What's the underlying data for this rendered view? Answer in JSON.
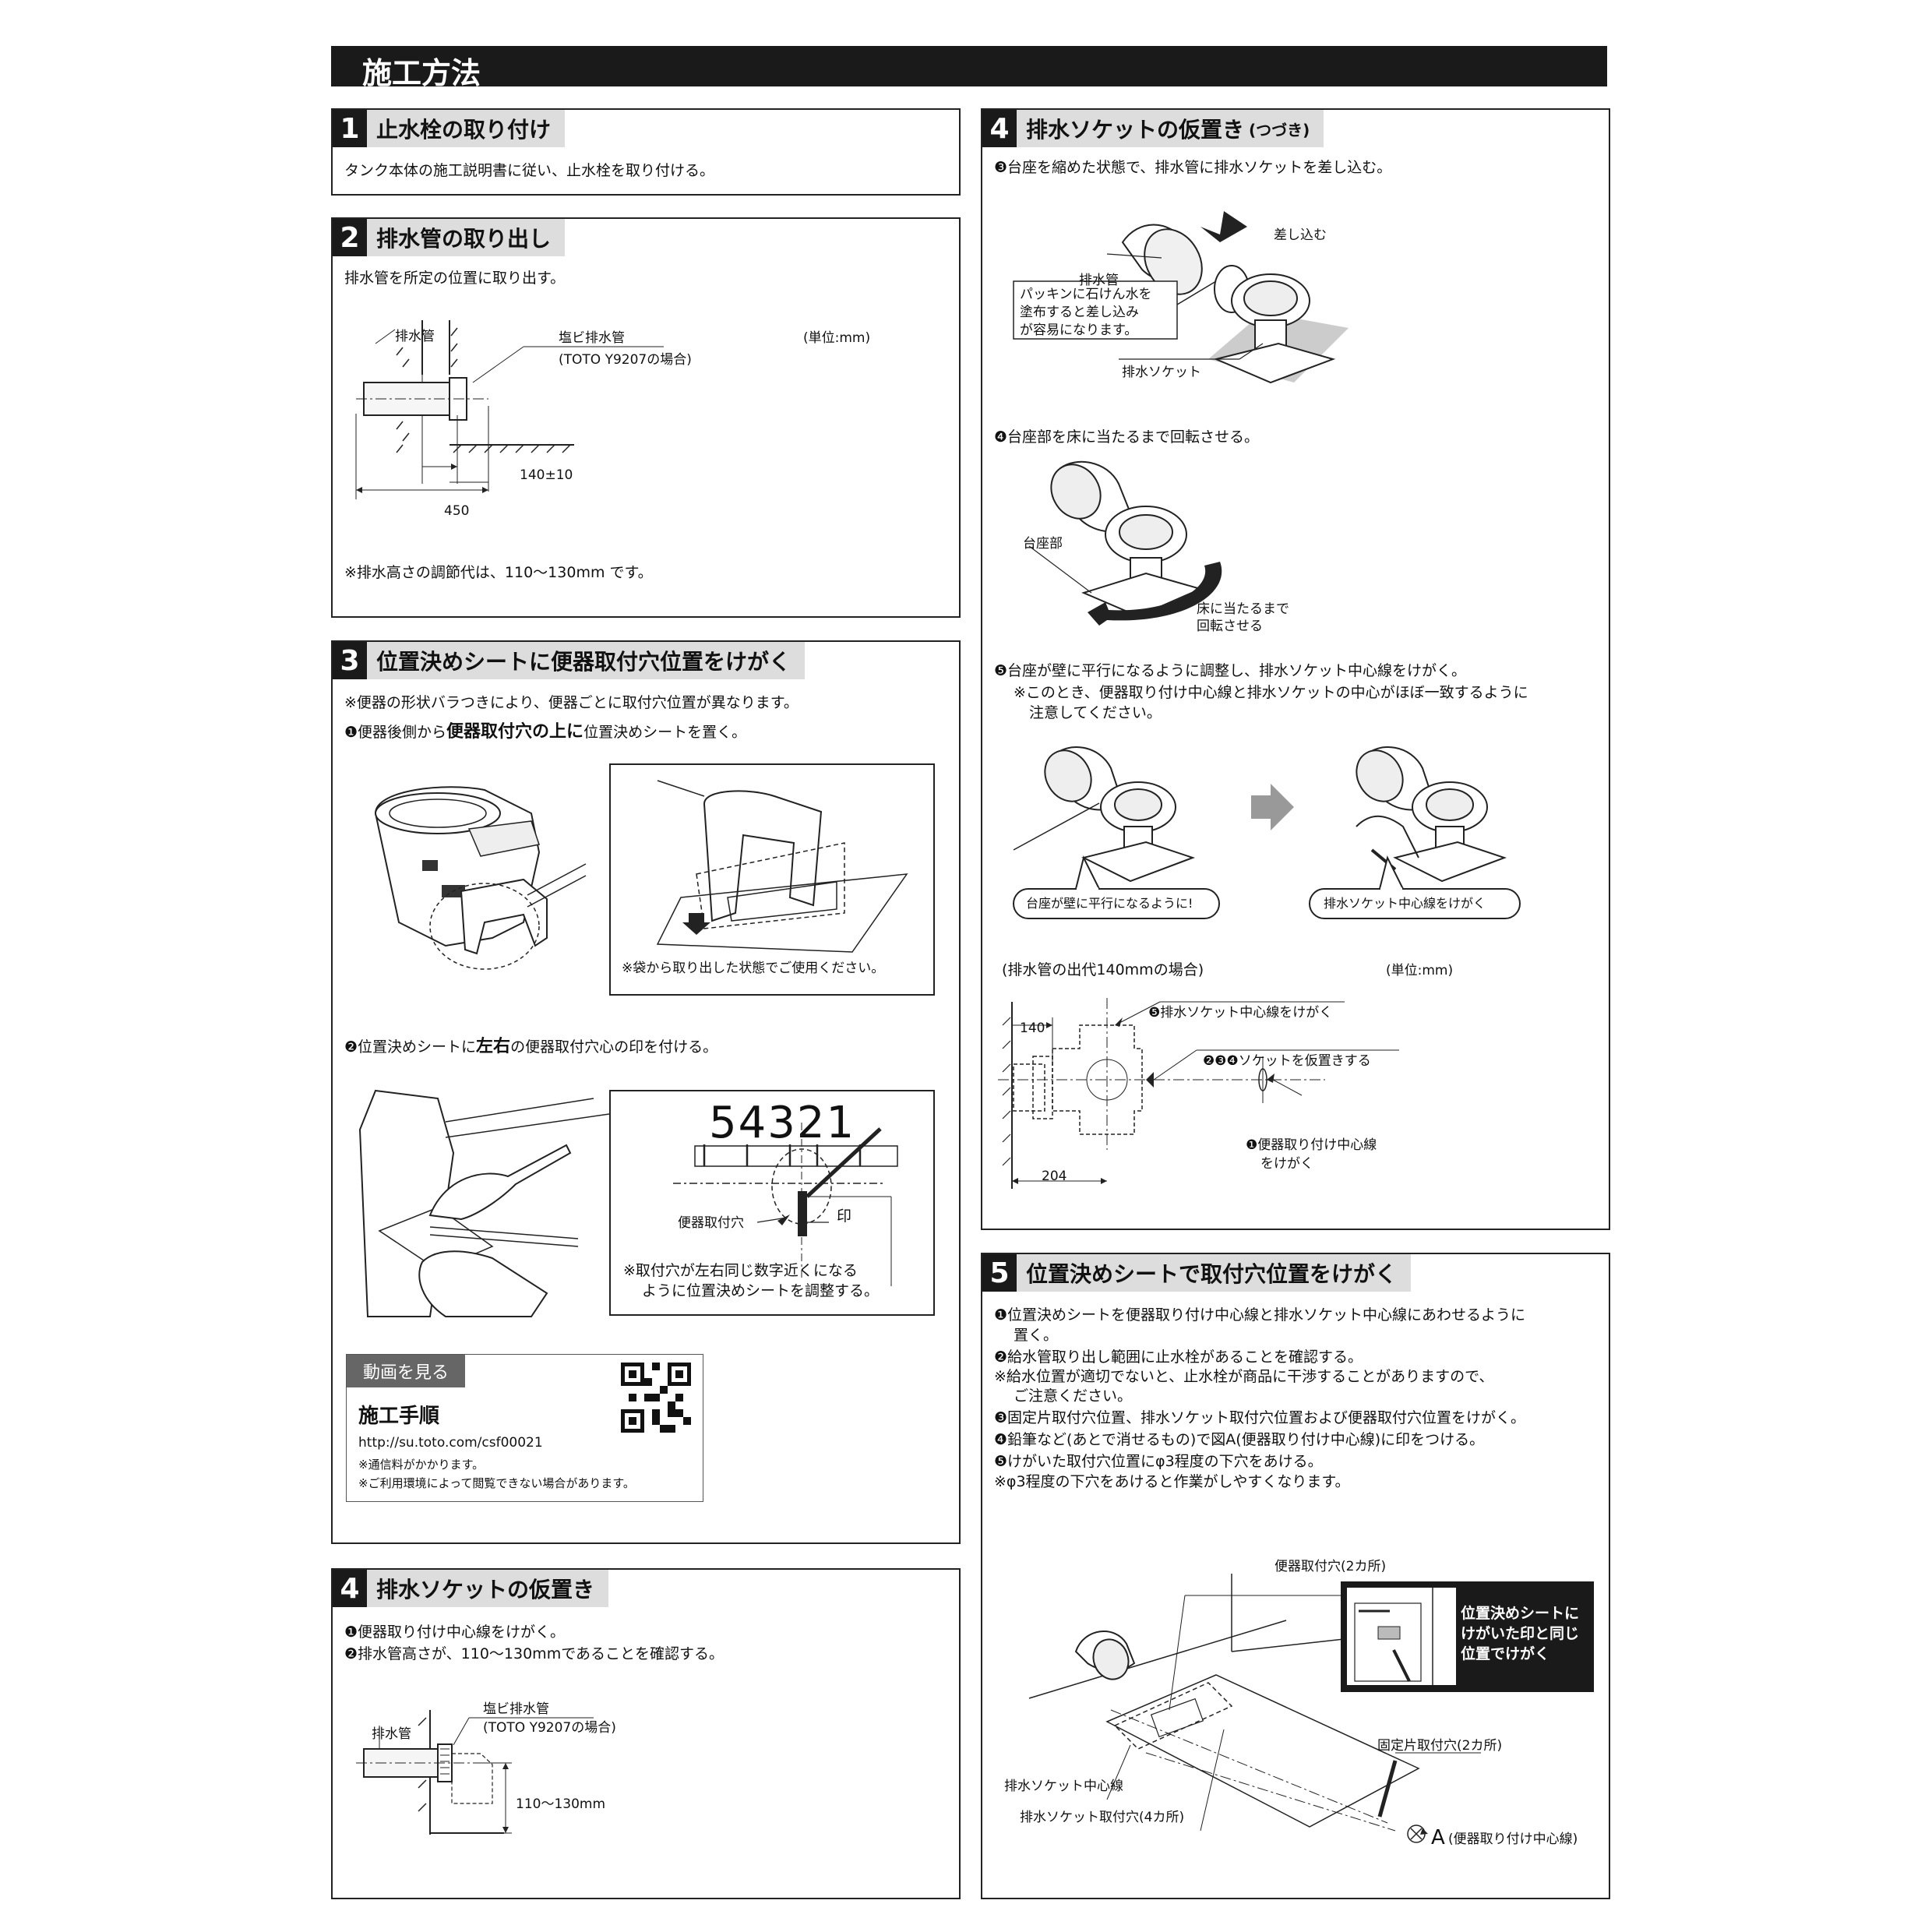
{
  "page_title": "施工方法",
  "sec1": {
    "num": "1",
    "title": "止水栓の取り付け",
    "text": "タンク本体の施工説明書に従い、止水栓を取り付ける。"
  },
  "sec2": {
    "num": "2",
    "title": "排水管の取り出し",
    "text": "排水管を所定の位置に取り出す。",
    "fig": {
      "pipe_label": "排水管",
      "pvc_label": "塩ビ排水管",
      "pvc_sub": "(TOTO Y9207の場合)",
      "unit": "(単位:mm)",
      "dim1": "140±10",
      "dim2": "450"
    },
    "note": "※排水高さの調節代は、110〜130mm です。"
  },
  "sec3": {
    "num": "3",
    "title": "位置決めシートに便器取付穴位置をけがく",
    "note": "※便器の形状バラつきにより、便器ごとに取付穴位置が異なります。",
    "step1_pre": "❶便器後側から",
    "step1_bold": "便器取付穴の上に",
    "step1_post": "位置決めシートを置く。",
    "inset1_note": "※袋から取り出した状態でご使用ください。",
    "step2_pre": "❷位置決めシートに",
    "step2_bold": "左右",
    "step2_post": "の便器取付穴心の印を付ける。",
    "scale_numbers": "54321",
    "hole_label": "便器取付穴",
    "mark_label": "印",
    "inset2_note1": "※取付穴が左右同じ数字近くになる",
    "inset2_note2": "ように位置決めシートを調整する。",
    "video": {
      "head": "動画を見る",
      "title": "施工手順",
      "url": "http://su.toto.com/csf00021",
      "note1": "※通信料がかかります。",
      "note2": "※ご利用環境によって閲覧できない場合があります。"
    }
  },
  "sec4a": {
    "num": "4",
    "title": "排水ソケットの仮置き",
    "step1": "❶便器取り付け中心線をけがく。",
    "step2": "❷排水管高さが、110〜130mmであることを確認する。",
    "fig": {
      "pipe_label": "排水管",
      "pvc_label": "塩ビ排水管",
      "pvc_sub": "(TOTO Y9207の場合)",
      "dim": "110〜130mm"
    }
  },
  "sec4b": {
    "num": "4",
    "title": "排水ソケットの仮置き",
    "subtitle": "(つづき)",
    "step3": "❸台座を縮めた状態で、排水管に排水ソケットを差し込む。",
    "fig3": {
      "insert": "差し込む",
      "pipe": "排水管",
      "note1": "パッキンに石けん水を",
      "note2": "塗布すると差し込み",
      "note3": "が容易になります。",
      "socket": "排水ソケット"
    },
    "step4": "❹台座部を床に当たるまで回転させる。",
    "fig4": {
      "base": "台座部",
      "rotate1": "床に当たるまで",
      "rotate2": "回転させる"
    },
    "step5": "❺台座が壁に平行になるように調整し、排水ソケット中心線をけがく。",
    "step5_note1": "※このとき、便器取り付け中心線と排水ソケットの中心がほぼ一致するように",
    "step5_note2": "注意してください。",
    "bubble1": "台座が壁に平行になるように!",
    "bubble2": "排水ソケット中心線をけがく",
    "dims": {
      "caption": "(排水管の出代140mmの場合)",
      "unit": "(単位:mm)",
      "d140": "140",
      "d204": "204",
      "l1": "❺排水ソケット中心線をけがく",
      "l2": "❷❸❹ソケットを仮置きする",
      "l3a": "❶便器取り付け中心線",
      "l3b": "をけがく"
    }
  },
  "sec5": {
    "num": "5",
    "title": "位置決めシートで取付穴位置をけがく",
    "lines": [
      "❶位置決めシートを便器取り付け中心線と排水ソケット中心線にあわせるように",
      "置く。",
      "❷給水管取り出し範囲に止水栓があることを確認する。",
      "※給水位置が適切でないと、止水栓が商品に干渉することがありますので、",
      "ご注意ください。",
      "❸固定片取付穴位置、排水ソケット取付穴位置および便器取付穴位置をけがく。",
      "❹鉛筆など(あとで消せるもの)で図A(便器取り付け中心線)に印をつける。",
      "❺けがいた取付穴位置にφ3程度の下穴をあける。",
      "※φ3程度の下穴をあけると作業がしやすくなります。"
    ],
    "fig": {
      "hole2": "便器取付穴(2カ所)",
      "dark1": "位置決めシートに",
      "dark2": "けがいた印と同じ",
      "dark3": "位置でけがく",
      "fix": "固定片取付穴(2カ所)",
      "center": "排水ソケット中心線",
      "sock4": "排水ソケット取付穴(4カ所)",
      "a_label": "A",
      "a_note": "(便器取り付け中心線)"
    }
  }
}
